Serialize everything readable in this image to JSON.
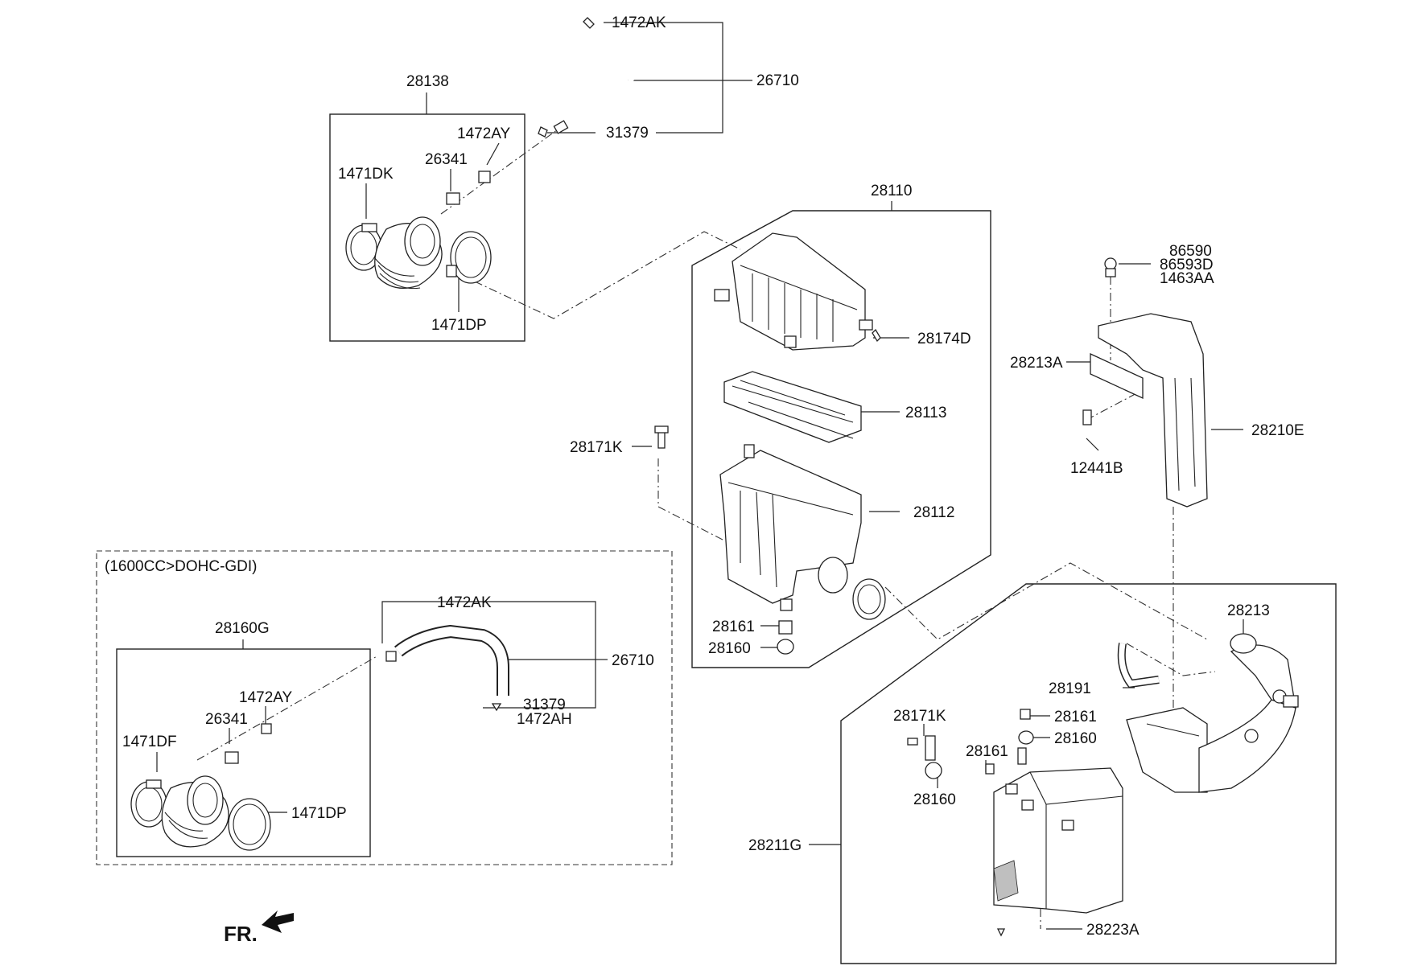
{
  "variant_note": "(1600CC>DOHC-GDI)",
  "orientation_label": "FR.",
  "labels": {
    "p1472AK_top": "1472AK",
    "p26710_top": "26710",
    "p31379_top": "31379",
    "p28138": "28138",
    "p1472AY_top": "1472AY",
    "p26341_top": "26341",
    "p1471DK": "1471DK",
    "p1471DP_top": "1471DP",
    "p28110": "28110",
    "p28174D": "28174D",
    "p28113": "28113",
    "p28112": "28112",
    "p28171K_mid": "28171K",
    "p28161_mid": "28161",
    "p28160_mid": "28160",
    "p86590": "86590",
    "p86593D": "86593D",
    "p1463AA": "1463AA",
    "p28213A": "28213A",
    "p28210E": "28210E",
    "p12441B": "12441B",
    "p28213": "28213",
    "p28191": "28191",
    "p28171K_low": "28171K",
    "p28161_low_a": "28161",
    "p28160_low_a": "28160",
    "p28161_low_b": "28161",
    "p28160_low_b": "28160",
    "p28211G": "28211G",
    "p28223A": "28223A",
    "p1472AK_low": "1472AK",
    "p26710_low": "26710",
    "p31379_low": "31379",
    "p1472AH": "1472AH",
    "p28160G": "28160G",
    "p1472AY_low": "1472AY",
    "p26341_low": "26341",
    "p1471DF": "1471DF",
    "p1471DP_low": "1471DP"
  }
}
